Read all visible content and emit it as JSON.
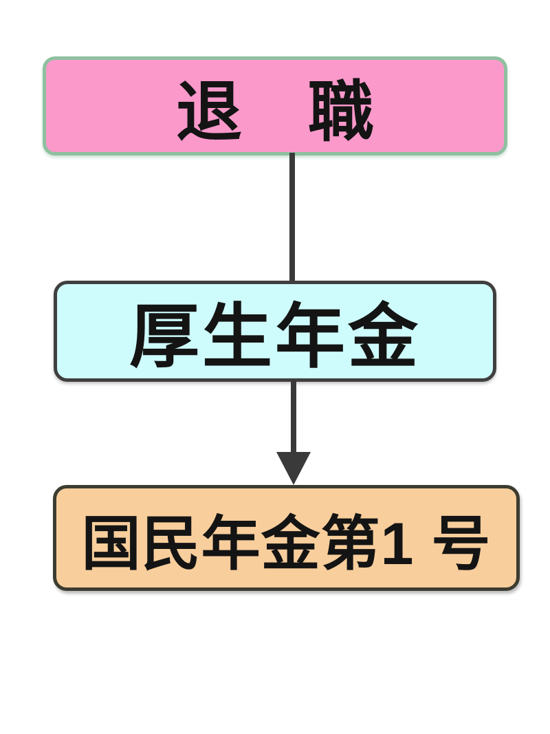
{
  "diagram": {
    "title": "pension-transition-flowchart",
    "background_color": "#ffffff",
    "line_color": "#3a3a3a",
    "text_color": "#141414",
    "nodes": [
      {
        "id": "retirement",
        "label": "退　職",
        "fill": "#fb99cb",
        "border": "#8fc0a0"
      },
      {
        "id": "kosei-nenkin",
        "label": "厚生年金",
        "fill": "#cefbfb",
        "border": "#3f3f3f"
      },
      {
        "id": "kokumin-nenkin-dai1go",
        "label": "国民年金第1 号",
        "fill": "#f8ce9c",
        "border": "#3c3c30"
      }
    ],
    "edges": [
      {
        "from": "retirement",
        "to": "kosei-nenkin",
        "arrowhead": false
      },
      {
        "from": "kosei-nenkin",
        "to": "kokumin-nenkin-dai1go",
        "arrowhead": true
      }
    ]
  }
}
